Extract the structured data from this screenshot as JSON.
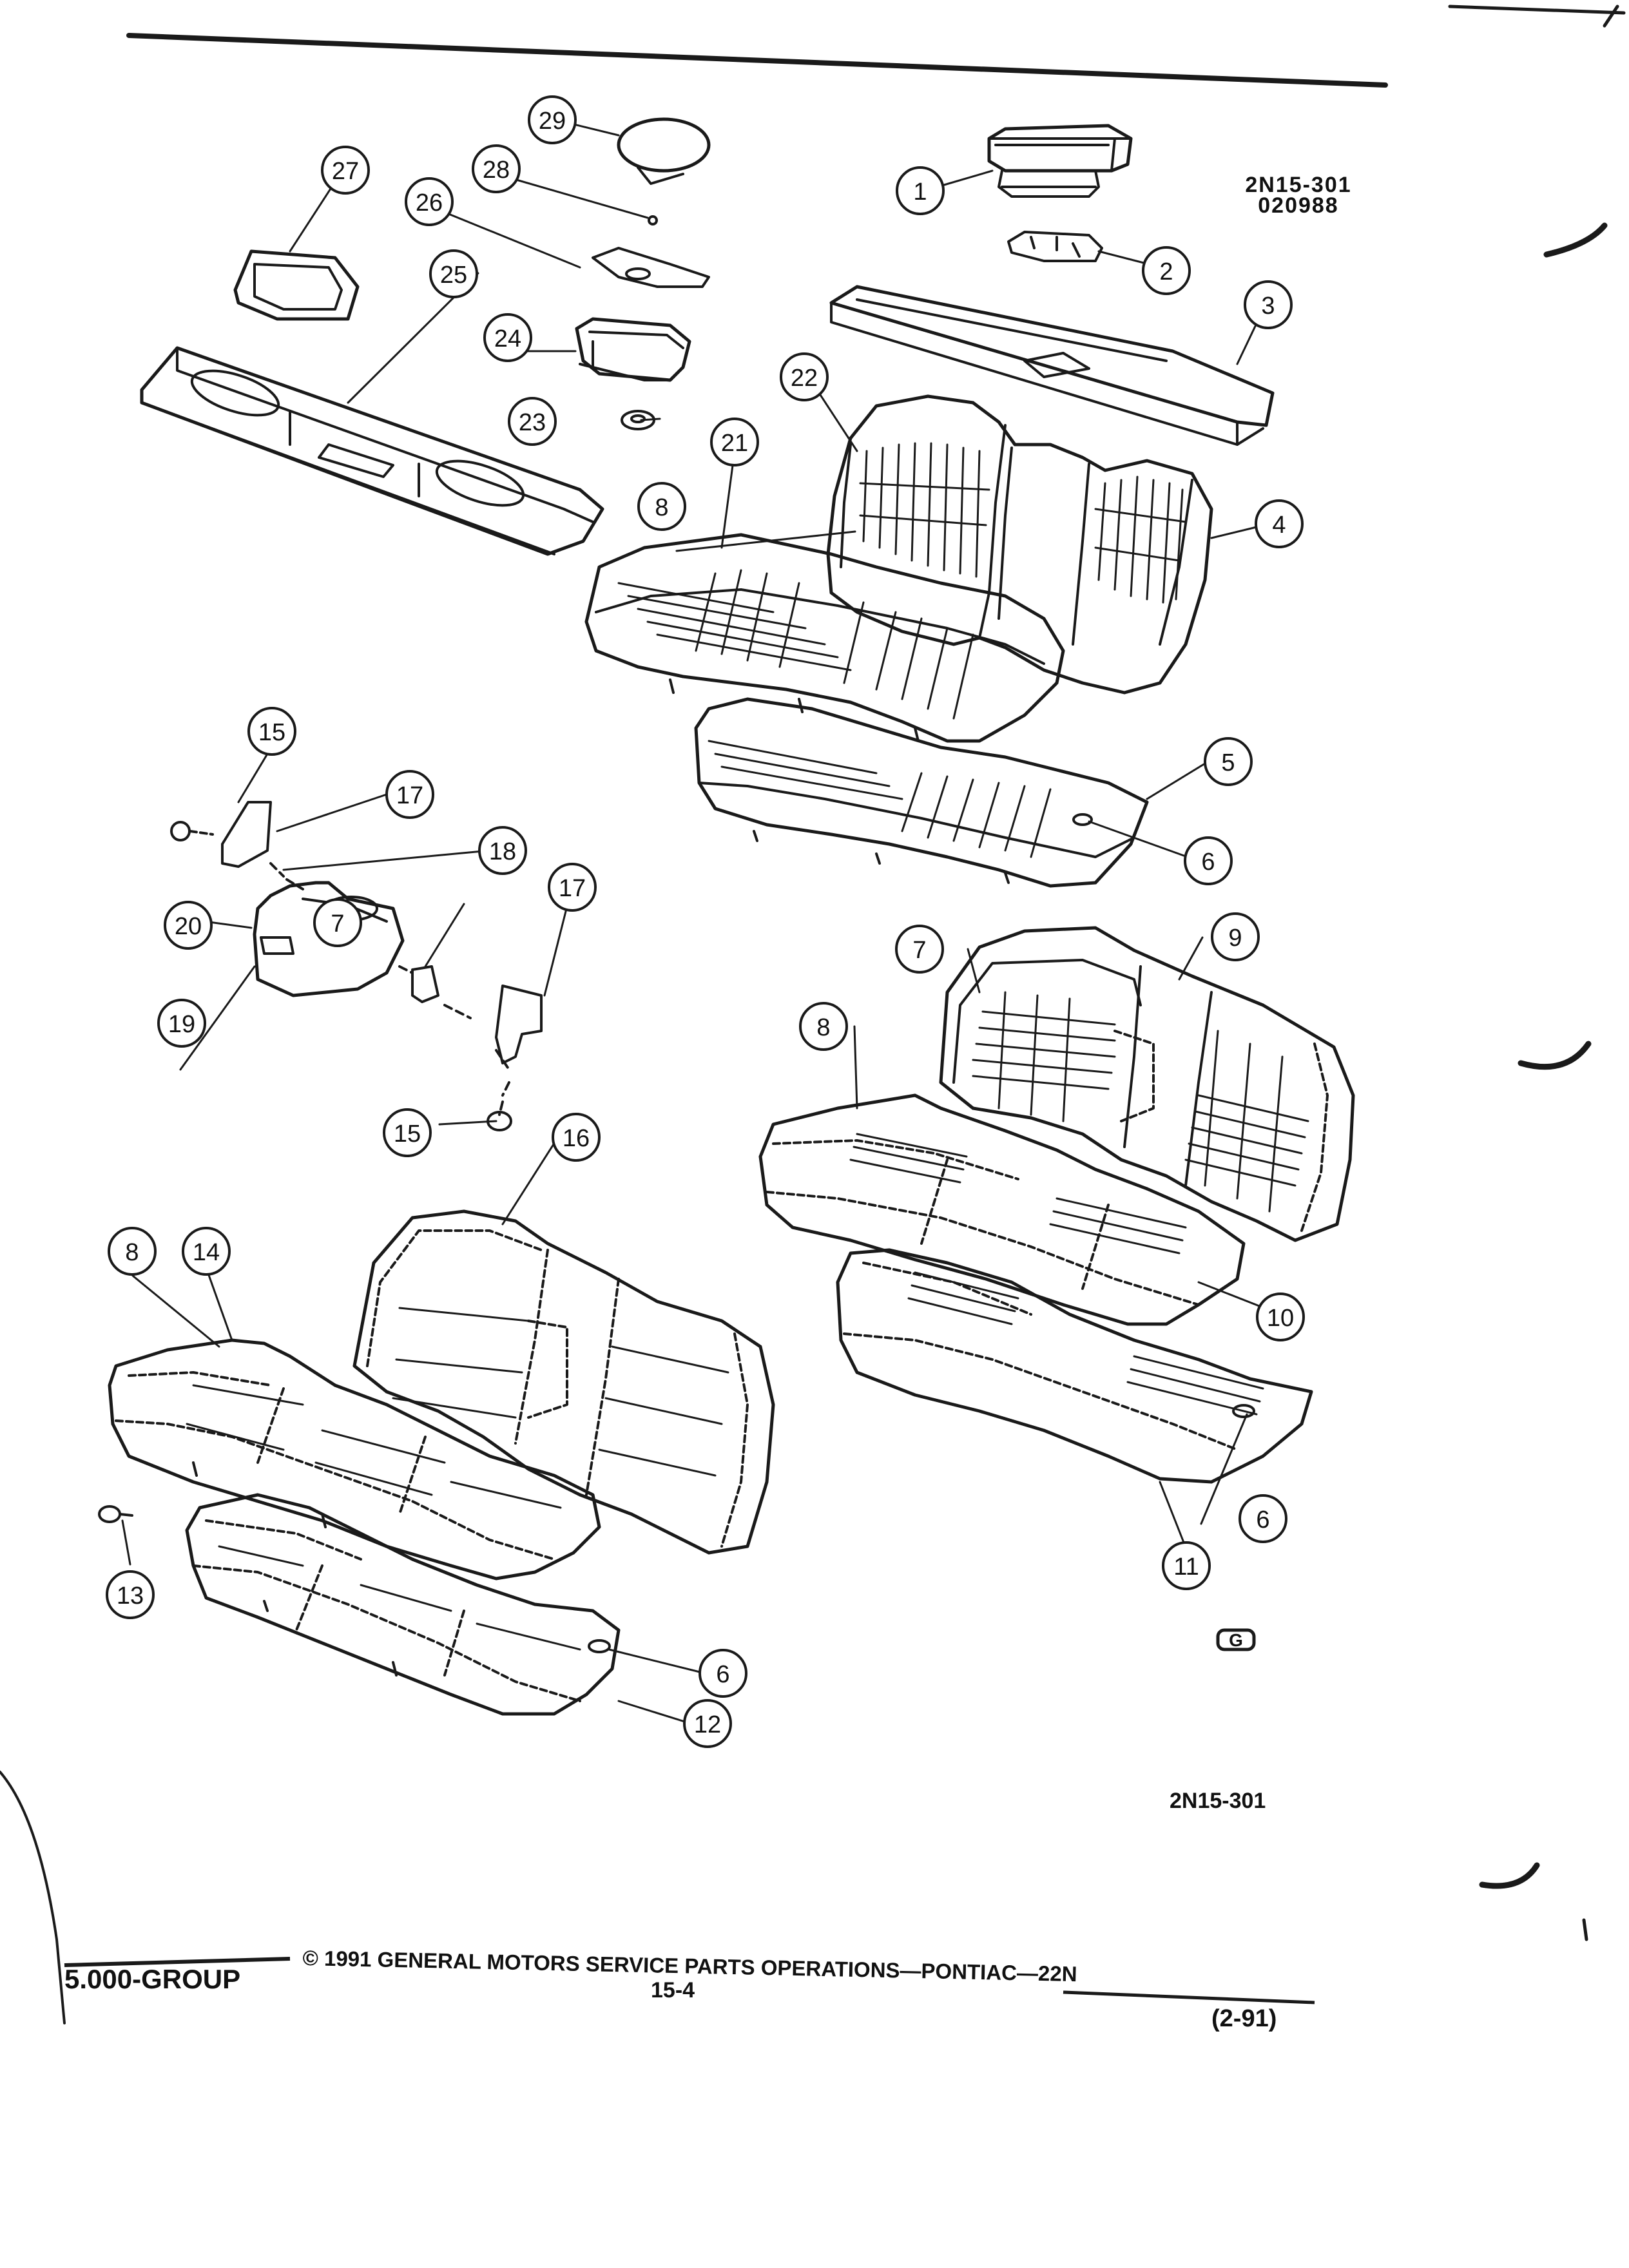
{
  "header": {
    "drawing_code": "2N15-301",
    "drawing_date": "020988"
  },
  "figure": {
    "id_label": "2N15-301",
    "logo_text": "G",
    "callouts": [
      {
        "n": "1"
      },
      {
        "n": "2"
      },
      {
        "n": "3"
      },
      {
        "n": "4"
      },
      {
        "n": "5"
      },
      {
        "n": "6"
      },
      {
        "n": "6"
      },
      {
        "n": "6"
      },
      {
        "n": "7"
      },
      {
        "n": "7"
      },
      {
        "n": "8"
      },
      {
        "n": "8"
      },
      {
        "n": "8"
      },
      {
        "n": "9"
      },
      {
        "n": "10"
      },
      {
        "n": "11"
      },
      {
        "n": "12"
      },
      {
        "n": "13"
      },
      {
        "n": "14"
      },
      {
        "n": "15"
      },
      {
        "n": "15"
      },
      {
        "n": "16"
      },
      {
        "n": "17"
      },
      {
        "n": "17"
      },
      {
        "n": "18"
      },
      {
        "n": "19"
      },
      {
        "n": "20"
      },
      {
        "n": "21"
      },
      {
        "n": "22"
      },
      {
        "n": "23"
      },
      {
        "n": "24"
      },
      {
        "n": "25"
      },
      {
        "n": "26"
      },
      {
        "n": "27"
      },
      {
        "n": "28"
      },
      {
        "n": "29"
      }
    ]
  },
  "footer": {
    "group": "5.000-GROUP",
    "copyright": "© 1991 GENERAL MOTORS SERVICE PARTS OPERATIONS—PONTIAC—22N",
    "page_number": "15-4",
    "revision": "(2-91)"
  }
}
